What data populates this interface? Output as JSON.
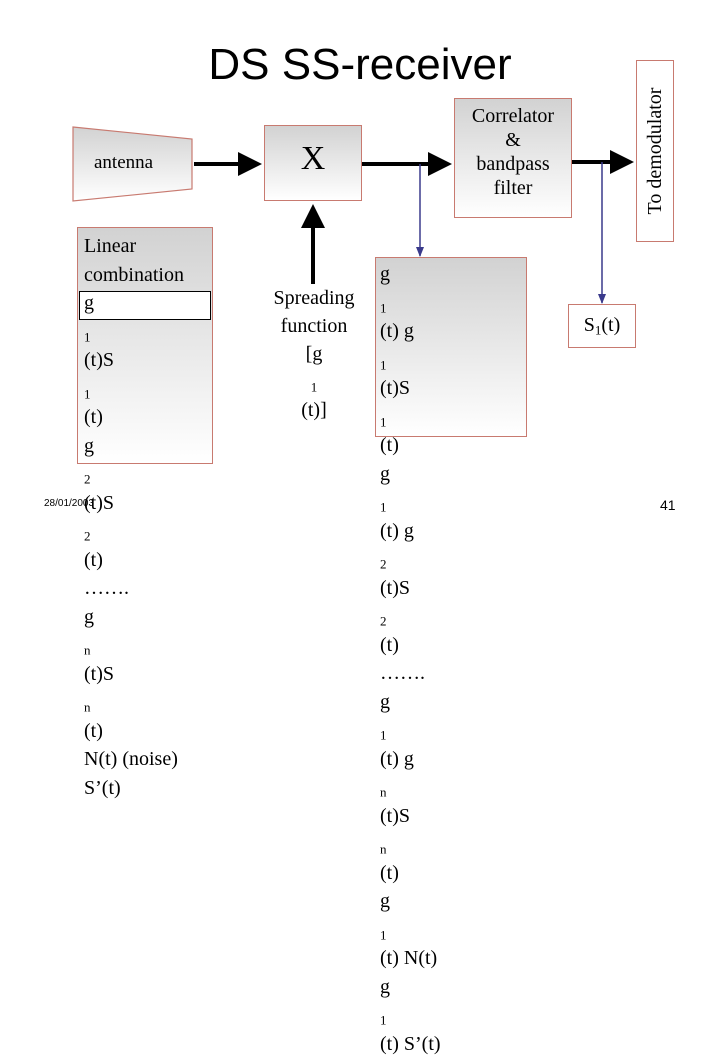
{
  "title": "DS SS-receiver",
  "antenna": {
    "label": "antenna"
  },
  "mixer": {
    "label": "X"
  },
  "correlator": {
    "lines": [
      "Correlator",
      "&",
      "bandpass",
      "filter"
    ]
  },
  "demodulator": {
    "label": "To demodulator"
  },
  "input_signal": {
    "lines": [
      {
        "t": "Linear"
      },
      {
        "t": "combination"
      },
      {
        "p": [
          [
            "g",
            "1"
          ],
          [
            "(t)S",
            "1"
          ],
          [
            "(t)",
            ""
          ]
        ]
      },
      {
        "p": [
          [
            "g",
            "2"
          ],
          [
            "(t)S",
            "2"
          ],
          [
            "(t)",
            ""
          ]
        ]
      },
      {
        "t": "……."
      },
      {
        "p": [
          [
            "g",
            "n"
          ],
          [
            "(t)S",
            "n"
          ],
          [
            "(t)",
            ""
          ]
        ]
      },
      {
        "t": "N(t) (noise)"
      },
      {
        "t": "S’(t)"
      }
    ]
  },
  "spreading": {
    "line1": "Spreading",
    "line2": "function",
    "line3_pre": "[g",
    "line3_sub": "1",
    "line3_post": "(t)]"
  },
  "products": {
    "lines": [
      {
        "p": [
          [
            "g",
            "1"
          ],
          [
            "(t) g",
            "1"
          ],
          [
            "(t)S",
            "1"
          ],
          [
            "(t)",
            ""
          ]
        ]
      },
      {
        "p": [
          [
            "g",
            "1"
          ],
          [
            "(t) g",
            "2"
          ],
          [
            "(t)S",
            "2"
          ],
          [
            "(t)",
            ""
          ]
        ]
      },
      {
        "t": "……."
      },
      {
        "p": [
          [
            "g",
            "1"
          ],
          [
            "(t) g",
            "n"
          ],
          [
            "(t)S",
            "n"
          ],
          [
            "(t)",
            ""
          ]
        ]
      },
      {
        "p": [
          [
            "g",
            "1"
          ],
          [
            "(t) N(t)",
            ""
          ]
        ]
      },
      {
        "p": [
          [
            "g",
            "1"
          ],
          [
            "(t) S’(t)",
            ""
          ]
        ]
      }
    ]
  },
  "output": {
    "pre": "S",
    "sub": "1",
    "post": "(t)"
  },
  "footer": {
    "date": "28/01/2003",
    "page": "41"
  },
  "colors": {
    "box_border": "#c87a70",
    "wire": "#3a3a8c",
    "box_fill_top": "#d2d2d2"
  }
}
